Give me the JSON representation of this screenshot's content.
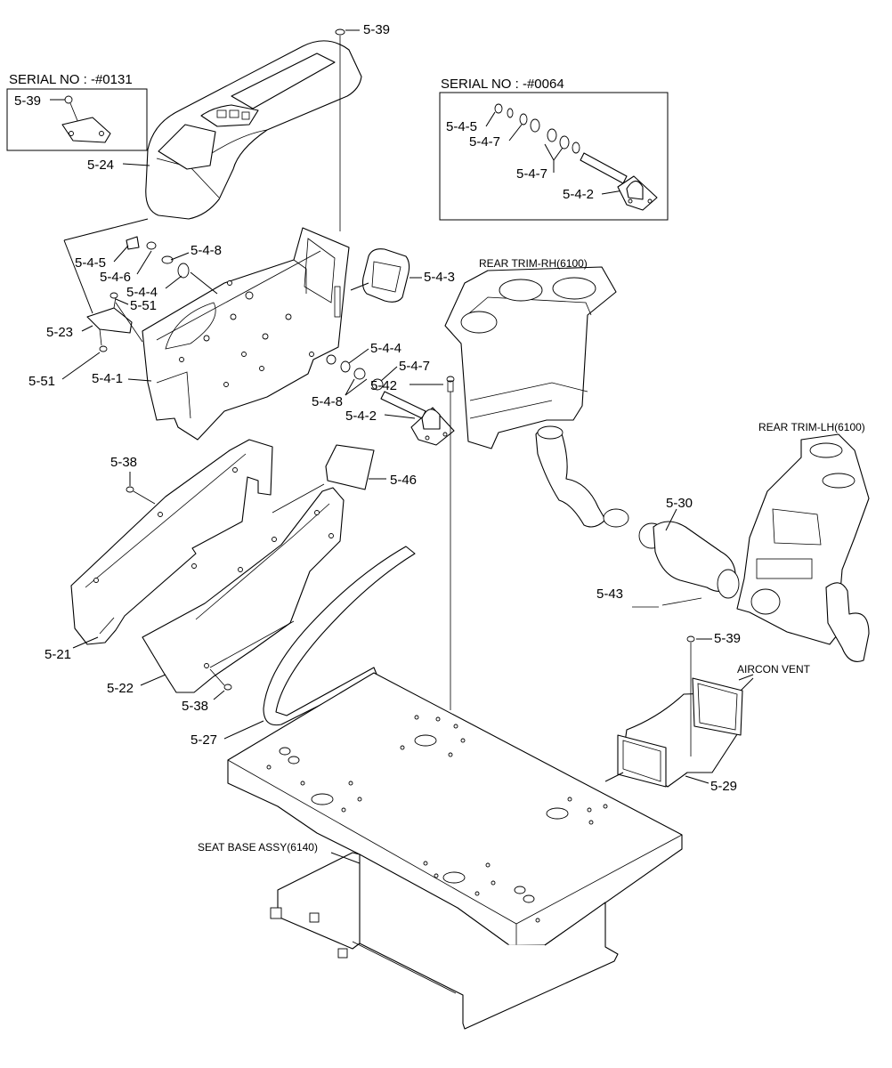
{
  "serial_boxes": {
    "left": {
      "title": "SERIAL NO : -#0131",
      "part": "5-39"
    },
    "right": {
      "title": "SERIAL NO : -#0064",
      "parts": [
        "5-4-5",
        "5-4-7",
        "5-4-7",
        "5-4-2"
      ]
    }
  },
  "reference_labels": {
    "rear_trim_rh": "REAR TRIM-RH(6100)",
    "rear_trim_lh": "REAR TRIM-LH(6100)",
    "aircon_vent": "AIRCON VENT",
    "seat_base": "SEAT BASE ASSY(6140)"
  },
  "callouts": {
    "p5_39_top": "5-39",
    "p5_24": "5-24",
    "p5_4_5": "5-4-5",
    "p5_4_6": "5-4-6",
    "p5_4_8_top": "5-4-8",
    "p5_4_4_top": "5-4-4",
    "p5_51_top": "5-51",
    "p5_23": "5-23",
    "p5_51_bottom": "5-51",
    "p5_4_1": "5-4-1",
    "p5_4_3": "5-4-3",
    "p5_4_4_mid": "5-4-4",
    "p5_4_7_mid": "5-4-7",
    "p5_42": "5-42",
    "p5_4_8_mid": "5-4-8",
    "p5_4_2_mid": "5-4-2",
    "p5_38_top": "5-38",
    "p5_46": "5-46",
    "p5_21": "5-21",
    "p5_22": "5-22",
    "p5_38_bottom": "5-38",
    "p5_27": "5-27",
    "p5_30": "5-30",
    "p5_43": "5-43",
    "p5_39_right": "5-39",
    "p5_29": "5-29"
  }
}
